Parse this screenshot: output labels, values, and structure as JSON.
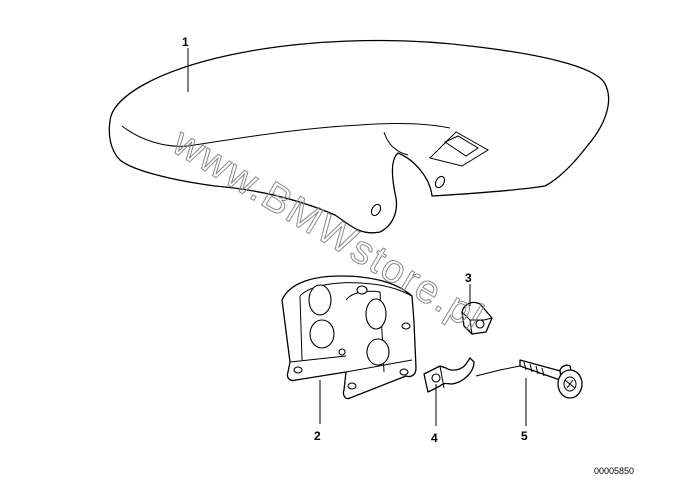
{
  "callouts": {
    "part_1": "1",
    "part_2": "2",
    "part_3": "3",
    "part_4": "4",
    "part_5": "5"
  },
  "reference_number": "00005850",
  "watermark": "www.BMWstore.pl",
  "colors": {
    "line": "#000000",
    "watermark": "#8a8a8a",
    "background": "#ffffff"
  }
}
